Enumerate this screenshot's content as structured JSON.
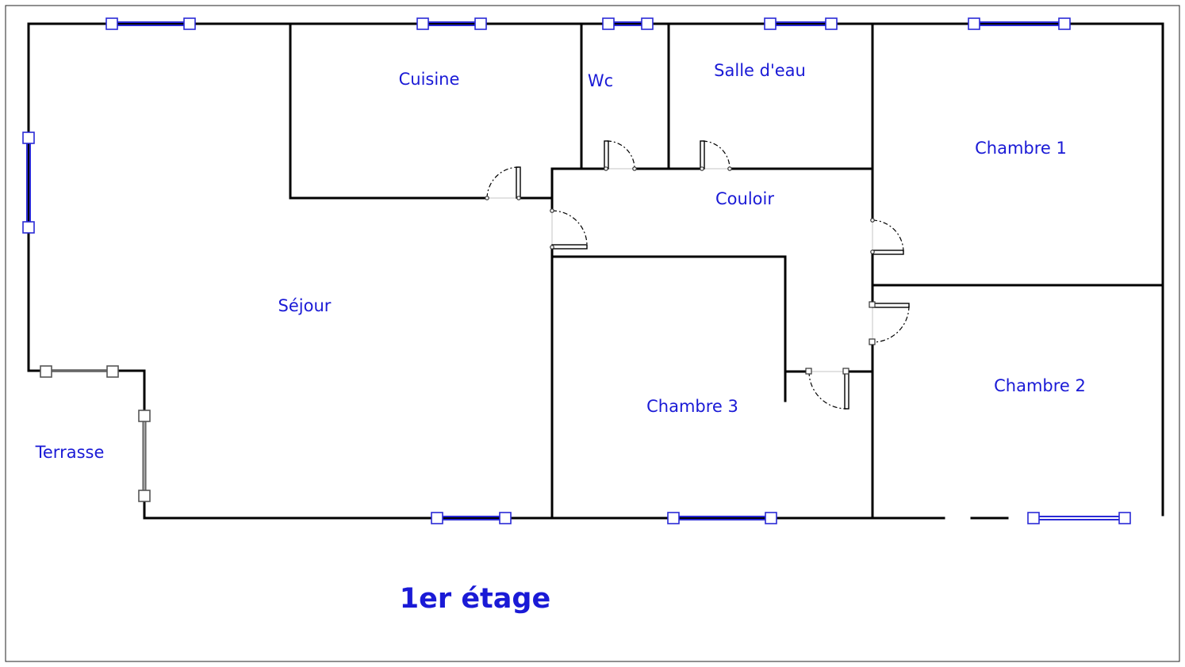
{
  "floor_title": "1er étage",
  "accent_color": "#1a1ad6",
  "rooms": {
    "cuisine": "Cuisine",
    "wc": "Wc",
    "salle_d_eau": "Salle d'eau",
    "chambre_1": "Chambre 1",
    "couloir": "Couloir",
    "sejour": "Séjour",
    "chambre_3": "Chambre 3",
    "chambre_2": "Chambre 2",
    "terrasse": "Terrasse"
  }
}
